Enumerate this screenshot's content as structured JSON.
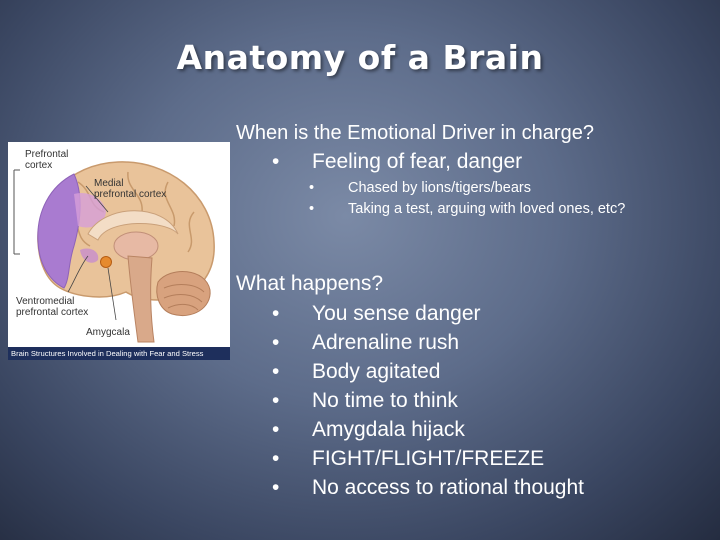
{
  "slide": {
    "title": "Anatomy of a Brain",
    "section1": {
      "heading": "When is the Emotional Driver in charge?",
      "bullet": "Feeling of fear, danger",
      "subbullets": [
        "Chased by lions/tigers/bears",
        "Taking a test, arguing with loved ones, etc?"
      ]
    },
    "section2": {
      "heading": "What happens?",
      "bullets": [
        "You sense danger",
        "Adrenaline rush",
        "Body agitated",
        "No time to think",
        "Amygdala hijack",
        "FIGHT/FLIGHT/FREEZE",
        "No access to rational thought"
      ]
    },
    "figure": {
      "labels": {
        "prefrontal": [
          "Prefrontal",
          "cortex"
        ],
        "medial": [
          "Medial",
          "prefrontal cortex"
        ],
        "ventromedial": [
          "Ventromedial",
          "prefrontal cortex"
        ],
        "amygdala": "Amygcala"
      },
      "caption": "Brain Structures Involved in Dealing with Fear and Stress"
    },
    "bullet_glyph": "•"
  }
}
